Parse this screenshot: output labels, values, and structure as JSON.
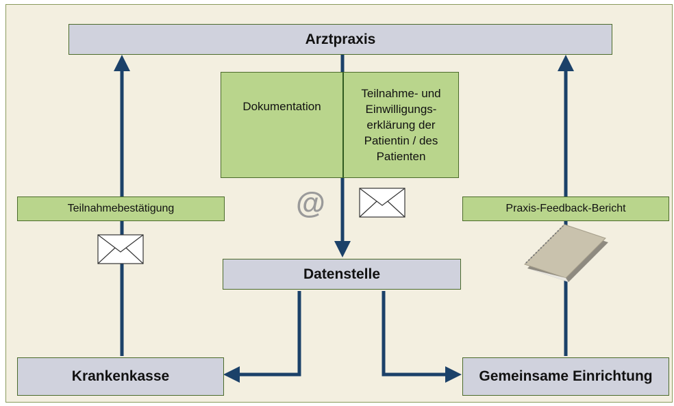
{
  "nodes": {
    "arztpraxis": "Arztpraxis",
    "datenstelle": "Datenstelle",
    "krankenkasse": "Krankenkasse",
    "gemeinsame_einrichtung": "Gemeinsame Einrichtung",
    "dokumentation": "Dokumentation",
    "teilnahme_erklaerung": "Teilnahme- und Einwilligungs-erklärung der Patientin / des Patienten"
  },
  "labels": {
    "teilnahmebestaetigung": "Teilnahmebestätigung",
    "praxis_feedback_bericht": "Praxis-Feedback-Bericht",
    "at_symbol": "@"
  },
  "icons": [
    "envelope-icon",
    "at-sign-icon",
    "report-booklet-icon"
  ],
  "colors": {
    "background": "#f3efe0",
    "node_gray": "#d0d2dd",
    "node_green": "#b9d58c",
    "arrow": "#1b4169"
  }
}
